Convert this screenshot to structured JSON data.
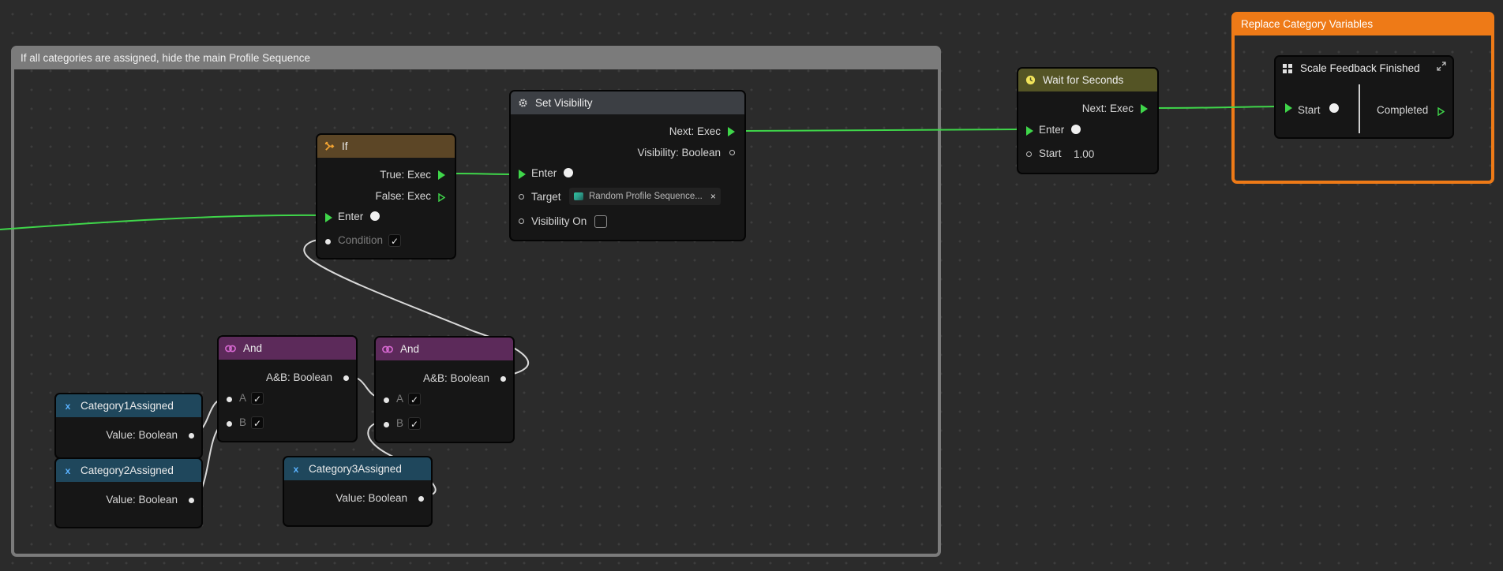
{
  "groups": {
    "main": {
      "title": "If all categories are assigned, hide the main Profile Sequence"
    },
    "replace": {
      "title": "Replace Category Variables"
    }
  },
  "nodes": {
    "set_visibility": {
      "title": "Set Visibility",
      "next": "Next: Exec",
      "visibility_out": "Visibility: Boolean",
      "enter": "Enter",
      "target_label": "Target",
      "target_value": "Random Profile Sequence...",
      "visibility_on": "Visibility On"
    },
    "if_node": {
      "title": "If",
      "true_exec": "True: Exec",
      "false_exec": "False: Exec",
      "enter": "Enter",
      "condition": "Condition"
    },
    "and1": {
      "title": "And",
      "out": "A&B: Boolean",
      "a": "A",
      "b": "B"
    },
    "and2": {
      "title": "And",
      "out": "A&B: Boolean",
      "a": "A",
      "b": "B"
    },
    "cat1": {
      "title": "Category1Assigned",
      "value": "Value: Boolean"
    },
    "cat2": {
      "title": "Category2Assigned",
      "value": "Value: Boolean"
    },
    "cat3": {
      "title": "Category3Assigned",
      "value": "Value: Boolean"
    },
    "wait": {
      "title": "Wait for Seconds",
      "next": "Next: Exec",
      "enter": "Enter",
      "start": "Start",
      "start_value": "1.00"
    },
    "scale": {
      "title": "Scale Feedback Finished",
      "start": "Start",
      "completed": "Completed"
    }
  },
  "icons": {
    "set_visibility": "gear-icon",
    "if_node": "branch-icon",
    "and": "and-gate-icon",
    "variable": "variable-x-icon",
    "wait": "clock-icon",
    "scale": "grid-icon",
    "expand": "expand-icon",
    "target": "image-icon",
    "clear": "close-icon"
  },
  "colors": {
    "exec_wire": "#3fd64a",
    "data_wire": "#d9d9d9",
    "group_gray": "#7b7b7b",
    "group_orange": "#ee7a17",
    "header_set_visibility": "#3c3f44",
    "header_if": "#5c4626",
    "header_and": "#5c2a5a",
    "header_variable": "#1f475c",
    "header_wait": "#545425"
  }
}
